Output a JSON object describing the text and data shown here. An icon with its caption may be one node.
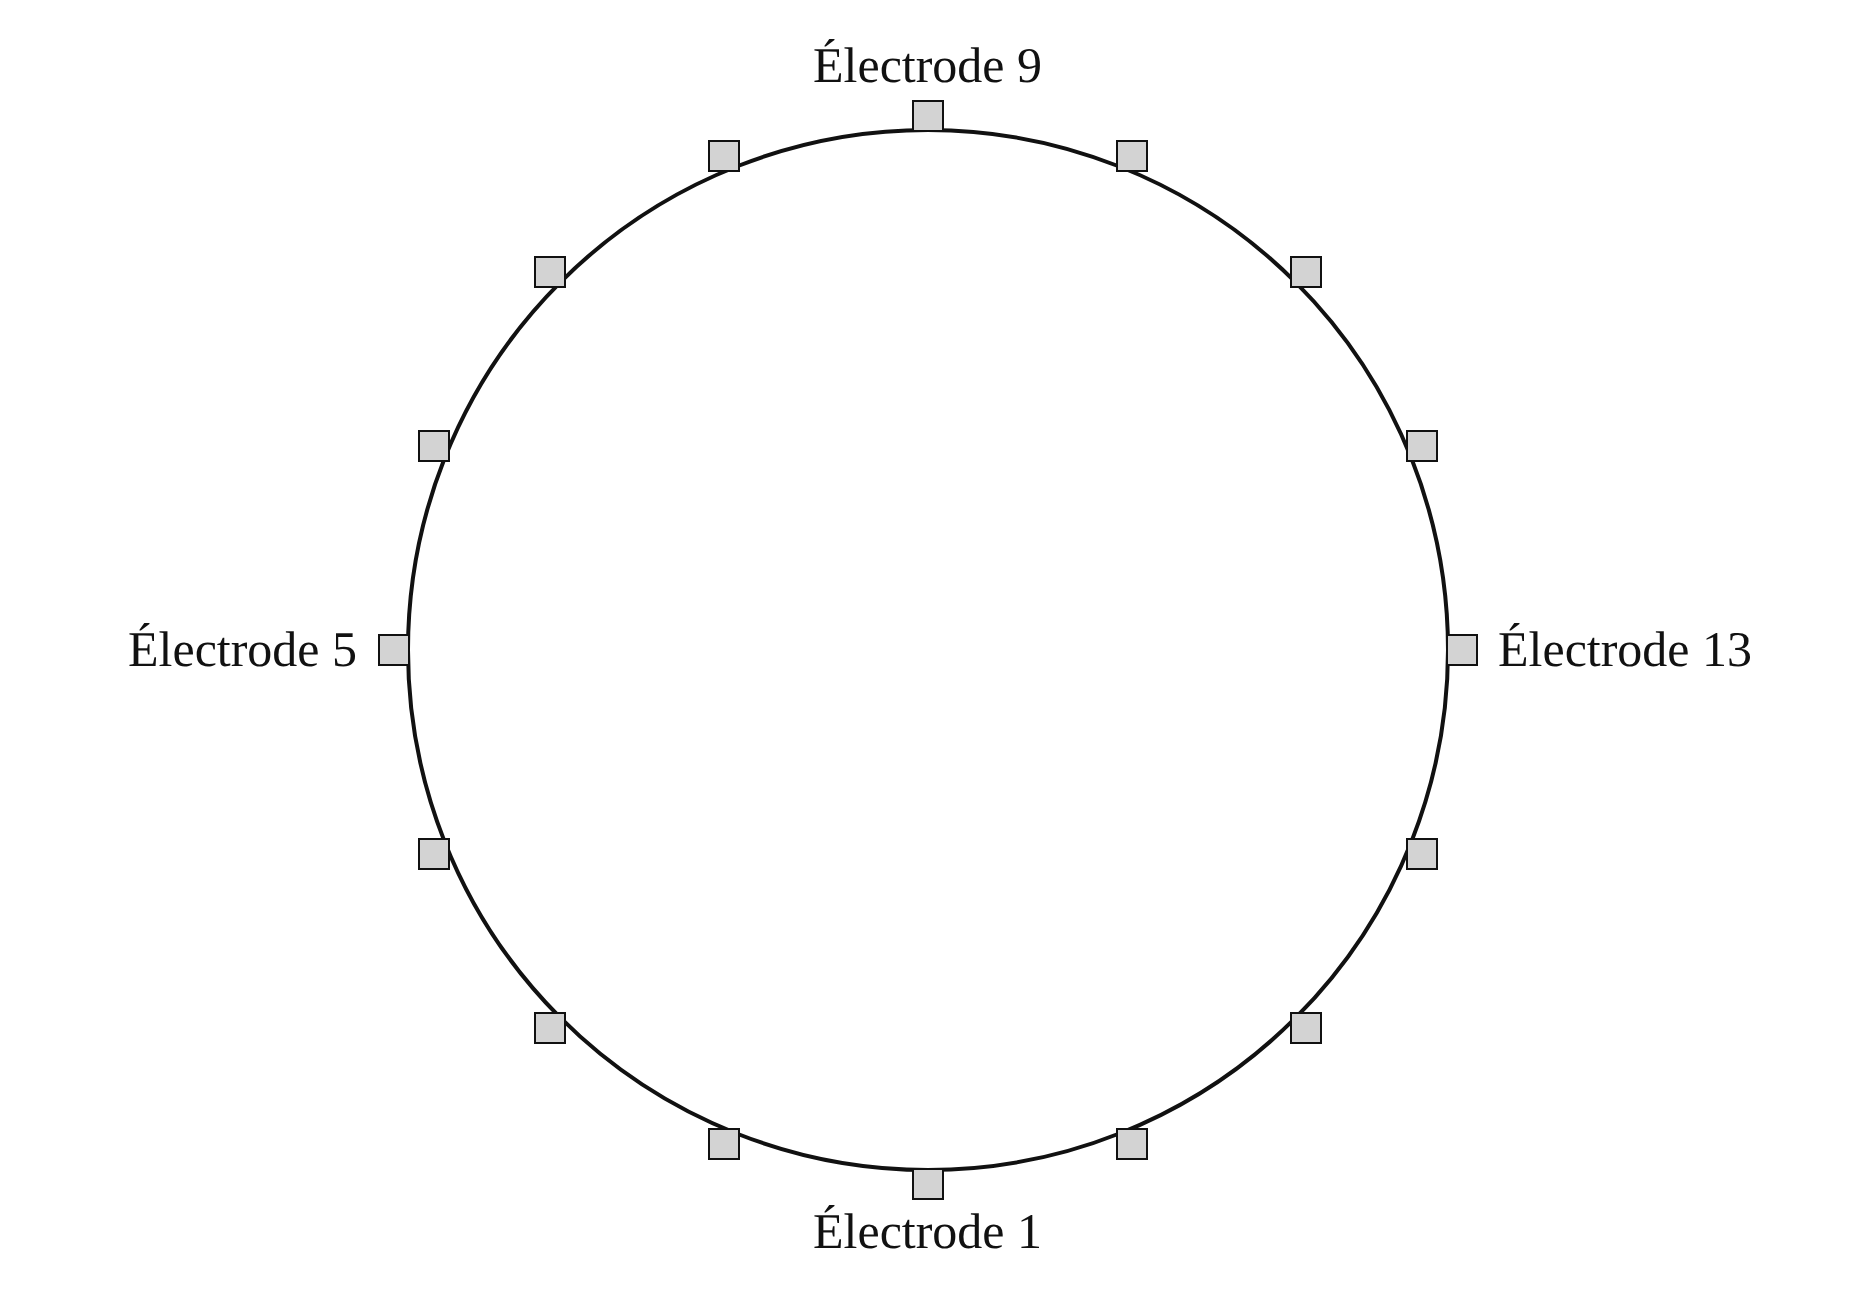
{
  "diagram": {
    "nodes": [
      {
        "text": [],
        "shape": "circle"
      },
      {
        "text": [],
        "shape": "box",
        "beside": [
          "Électrode 1"
        ]
      },
      {
        "text": [],
        "shape": "box"
      },
      {
        "text": [],
        "shape": "box"
      },
      {
        "text": [],
        "shape": "box"
      },
      {
        "text": [],
        "shape": "box",
        "beside": [
          "Électrode 5"
        ]
      },
      {
        "text": [],
        "shape": "box"
      },
      {
        "text": [],
        "shape": "box"
      },
      {
        "text": [],
        "shape": "box"
      },
      {
        "text": [],
        "shape": "box",
        "beside": [
          "Électrode 9"
        ]
      },
      {
        "text": [],
        "shape": "box"
      },
      {
        "text": [],
        "shape": "box"
      },
      {
        "text": [],
        "shape": "box"
      },
      {
        "text": [],
        "shape": "box",
        "beside": [
          "Électrode 13"
        ]
      },
      {
        "text": [],
        "shape": "box"
      },
      {
        "text": [],
        "shape": "box"
      },
      {
        "text": [],
        "shape": "box"
      }
    ]
  }
}
